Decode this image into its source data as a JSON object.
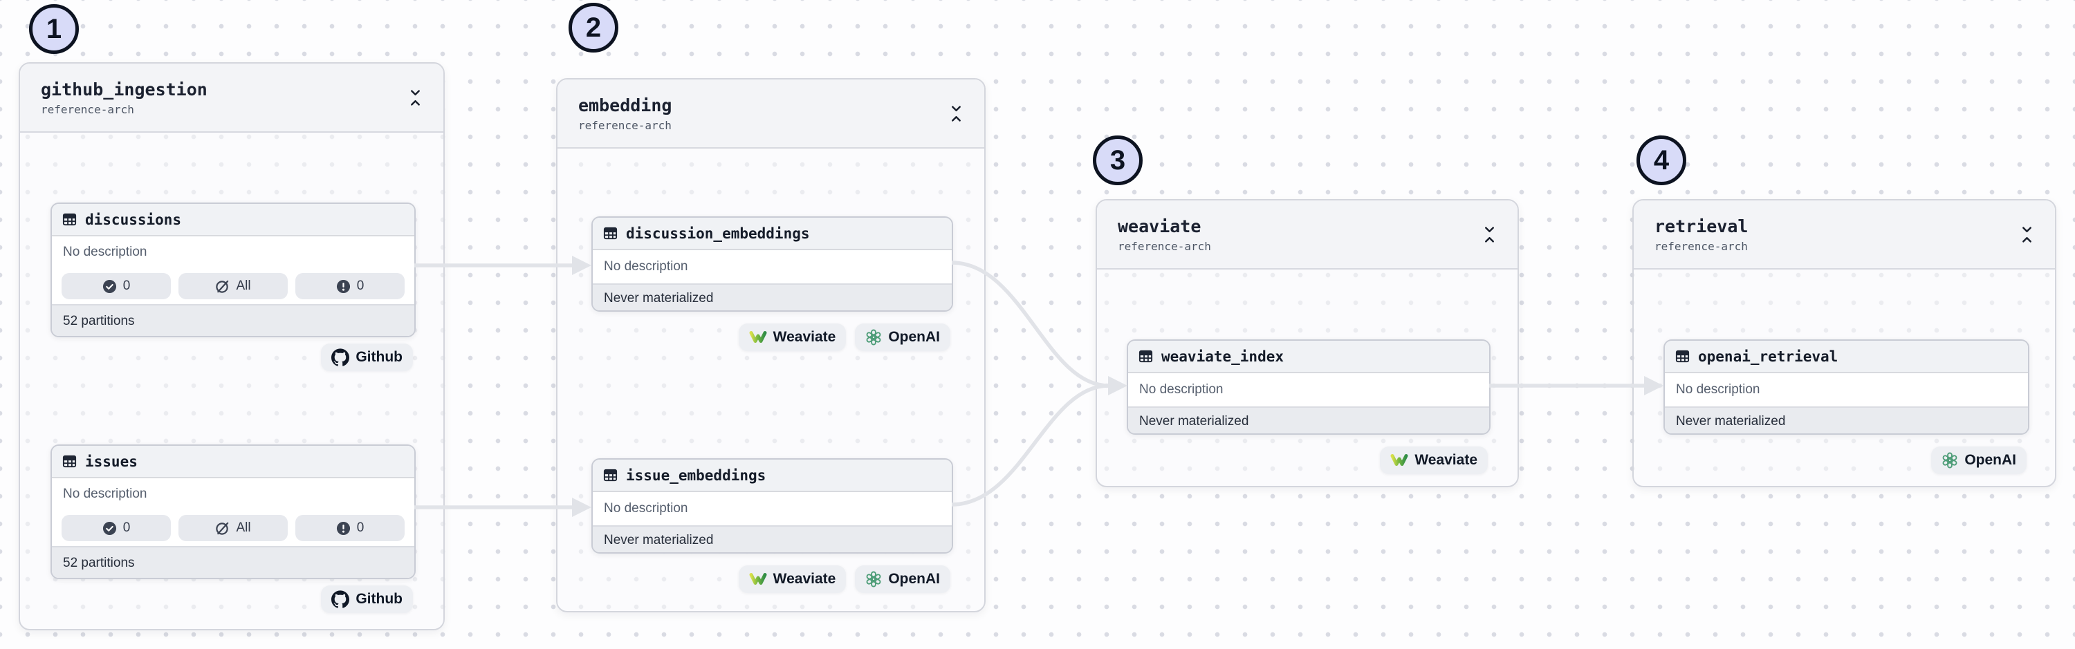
{
  "canvas": {
    "background": "#fdfdfe",
    "dot_color": "#d9dbe3",
    "edge_color": "#e1e3e8",
    "step_badge_fill": "#d8dbf8",
    "weaviate_green": "#2e8c46",
    "openai_green": "#4e9d78"
  },
  "groups": [
    {
      "step": "1",
      "title": "github_ingestion",
      "subtitle": "reference-arch",
      "nodes": [
        {
          "name": "discussions",
          "icon": "table-icon",
          "description": "No description",
          "partitions": [
            {
              "icon": "check-circle-icon",
              "label": "0"
            },
            {
              "icon": "slash-circle-icon",
              "label": "All"
            },
            {
              "icon": "alert-circle-icon",
              "label": "0"
            }
          ],
          "footer": "52 partitions",
          "tags": [
            {
              "icon": "github-icon",
              "label": "Github"
            }
          ]
        },
        {
          "name": "issues",
          "icon": "table-icon",
          "description": "No description",
          "partitions": [
            {
              "icon": "check-circle-icon",
              "label": "0"
            },
            {
              "icon": "slash-circle-icon",
              "label": "All"
            },
            {
              "icon": "alert-circle-icon",
              "label": "0"
            }
          ],
          "footer": "52 partitions",
          "tags": [
            {
              "icon": "github-icon",
              "label": "Github"
            }
          ]
        }
      ]
    },
    {
      "step": "2",
      "title": "embedding",
      "subtitle": "reference-arch",
      "nodes": [
        {
          "name": "discussion_embeddings",
          "icon": "table-icon",
          "description": "No description",
          "footer": "Never materialized",
          "tags": [
            {
              "icon": "weaviate-icon",
              "label": "Weaviate"
            },
            {
              "icon": "openai-icon",
              "label": "OpenAI"
            }
          ]
        },
        {
          "name": "issue_embeddings",
          "icon": "table-icon",
          "description": "No description",
          "footer": "Never materialized",
          "tags": [
            {
              "icon": "weaviate-icon",
              "label": "Weaviate"
            },
            {
              "icon": "openai-icon",
              "label": "OpenAI"
            }
          ]
        }
      ]
    },
    {
      "step": "3",
      "title": "weaviate",
      "subtitle": "reference-arch",
      "nodes": [
        {
          "name": "weaviate_index",
          "icon": "table-icon",
          "description": "No description",
          "footer": "Never materialized",
          "tags": [
            {
              "icon": "weaviate-icon",
              "label": "Weaviate"
            }
          ]
        }
      ]
    },
    {
      "step": "4",
      "title": "retrieval",
      "subtitle": "reference-arch",
      "nodes": [
        {
          "name": "openai_retrieval",
          "icon": "table-icon",
          "description": "No description",
          "footer": "Never materialized",
          "tags": [
            {
              "icon": "openai-icon",
              "label": "OpenAI"
            }
          ]
        }
      ]
    }
  ]
}
